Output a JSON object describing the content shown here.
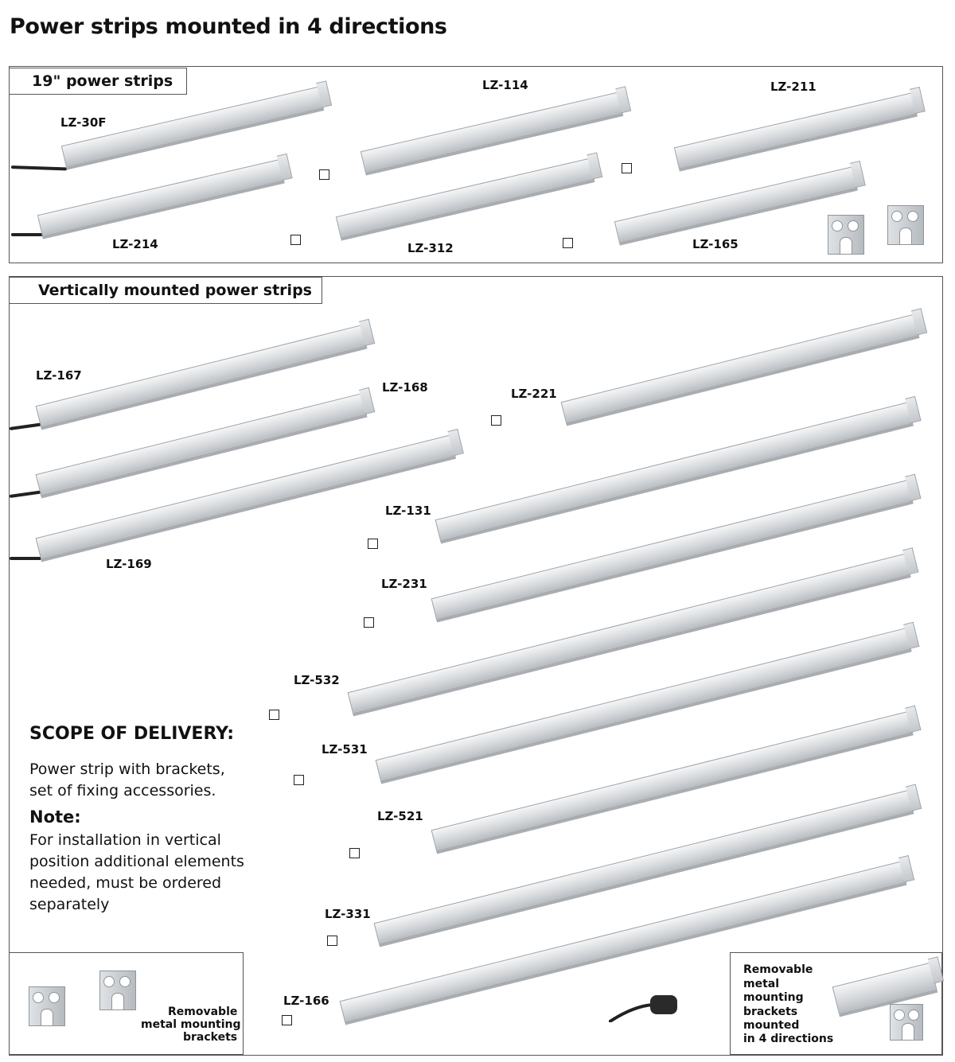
{
  "title": "Power strips mounted in 4 directions",
  "section_19": {
    "tab": "19\" power strips",
    "labels": [
      "LZ-30F",
      "LZ-114",
      "LZ-211",
      "LZ-214",
      "LZ-312",
      "LZ-165"
    ]
  },
  "section_vertical": {
    "tab": "Vertically mounted power strips",
    "labels": [
      "LZ-167",
      "LZ-168",
      "LZ-221",
      "LZ-169",
      "LZ-131",
      "LZ-231",
      "LZ-532",
      "LZ-531",
      "LZ-521",
      "LZ-331",
      "LZ-166"
    ]
  },
  "scope": {
    "heading": "SCOPE OF DELIVERY:",
    "line1": "Power strip with brackets,",
    "line2": "set of fixing accessories."
  },
  "note": {
    "heading": "Note:",
    "lines": [
      "For installation in vertical",
      "position additional elements",
      "needed, must be ordered",
      "separately"
    ]
  },
  "bracket_caption": [
    "Removable",
    "metal mounting",
    "brackets"
  ],
  "bracket_4dir_caption": [
    "Removable",
    "metal",
    "mounting",
    "brackets",
    "mounted",
    "in 4 directions"
  ]
}
